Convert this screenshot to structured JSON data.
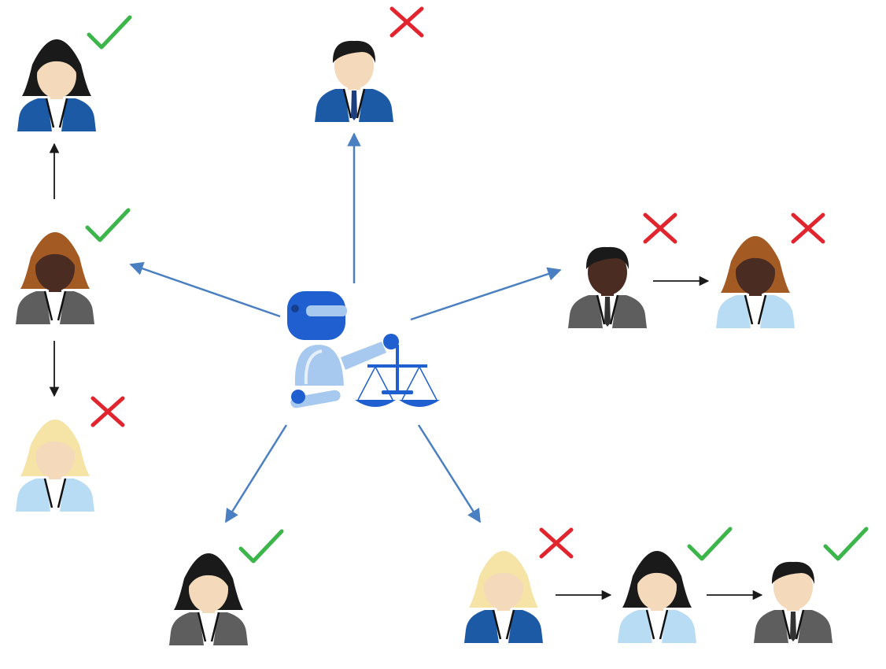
{
  "colors": {
    "background": "#ffffff",
    "blue_arrow": "#4a7fc1",
    "black_arrow": "#1a1a1a",
    "check": "#3cb54a",
    "cross": "#e0252f",
    "suit_blue": "#1c5aa6",
    "suit_gray": "#5e5e5e",
    "suit_light": "#b9dcf5",
    "skin_light": "#f4d9bb",
    "skin_dark": "#4a2c22",
    "hair_black": "#1a1a1a",
    "hair_brown": "#a45a23",
    "hair_blonde": "#f6e3a6",
    "robot_blue": "#1f5fd0",
    "robot_light": "#a8c9ef"
  },
  "robot": {
    "icon": "robot-judge-icon",
    "holds": "scales-of-justice-icon"
  },
  "people": [
    {
      "id": "p1",
      "gender": "female",
      "hair": "black",
      "skin": "light",
      "suit": "blue",
      "mark": "check"
    },
    {
      "id": "p2",
      "gender": "female",
      "hair": "brown",
      "skin": "dark",
      "suit": "gray",
      "mark": "check"
    },
    {
      "id": "p3",
      "gender": "female",
      "hair": "blonde",
      "skin": "light",
      "suit": "light",
      "mark": "cross"
    },
    {
      "id": "p4",
      "gender": "male",
      "hair": "black",
      "skin": "light",
      "suit": "blue",
      "mark": "cross"
    },
    {
      "id": "p5",
      "gender": "male",
      "hair": "black",
      "skin": "dark",
      "suit": "gray",
      "mark": "cross"
    },
    {
      "id": "p6",
      "gender": "female",
      "hair": "brown",
      "skin": "dark",
      "suit": "light",
      "mark": "cross"
    },
    {
      "id": "p7",
      "gender": "female",
      "hair": "black",
      "skin": "light",
      "suit": "gray",
      "mark": "check"
    },
    {
      "id": "p8",
      "gender": "female",
      "hair": "blonde",
      "skin": "light",
      "suit": "blue",
      "mark": "cross"
    },
    {
      "id": "p9",
      "gender": "female",
      "hair": "black",
      "skin": "light",
      "suit": "light",
      "mark": "check"
    },
    {
      "id": "p10",
      "gender": "male",
      "hair": "black",
      "skin": "light",
      "suit": "gray",
      "mark": "check"
    }
  ],
  "links": [
    {
      "from": "robot",
      "to": "p4",
      "style": "blue"
    },
    {
      "from": "robot",
      "to": "p2",
      "style": "blue"
    },
    {
      "from": "robot",
      "to": "p5",
      "style": "blue"
    },
    {
      "from": "robot",
      "to": "p7",
      "style": "blue"
    },
    {
      "from": "robot",
      "to": "p8",
      "style": "blue"
    },
    {
      "from": "p2",
      "to": "p1",
      "style": "black"
    },
    {
      "from": "p2",
      "to": "p3",
      "style": "black"
    },
    {
      "from": "p5",
      "to": "p6",
      "style": "black"
    },
    {
      "from": "p8",
      "to": "p9",
      "style": "black"
    },
    {
      "from": "p9",
      "to": "p10",
      "style": "black"
    }
  ]
}
